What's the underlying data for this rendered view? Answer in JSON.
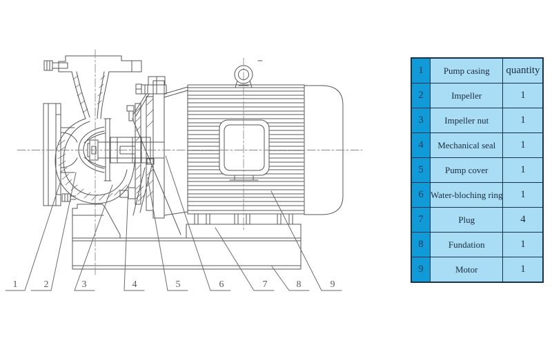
{
  "diagram": {
    "title": "Centrifugal pump cross-section drawing",
    "callouts": [
      {
        "num": "1"
      },
      {
        "num": "2"
      },
      {
        "num": "3"
      },
      {
        "num": "4"
      },
      {
        "num": "5"
      },
      {
        "num": "6"
      },
      {
        "num": "7"
      },
      {
        "num": "8"
      },
      {
        "num": "9"
      }
    ],
    "stroke_color": "#545454",
    "centerline_color": "#8a8a8a"
  },
  "table": {
    "rows": [
      {
        "num": "1",
        "name": "Pump casing",
        "qty": "quantity"
      },
      {
        "num": "2",
        "name": "Impeller",
        "qty": "1"
      },
      {
        "num": "3",
        "name": "Impeller nut",
        "qty": "1"
      },
      {
        "num": "4",
        "name": "Mechanical seal",
        "qty": "1"
      },
      {
        "num": "5",
        "name": "Pump cover",
        "qty": "1"
      },
      {
        "num": "6",
        "name": "Water-bloching ring",
        "qty": "1"
      },
      {
        "num": "7",
        "name": "Plug",
        "qty": "4"
      },
      {
        "num": "8",
        "name": "Fundation",
        "qty": "1"
      },
      {
        "num": "9",
        "name": "Motor",
        "qty": "1"
      }
    ],
    "colors": {
      "number_column_bg": "#109bd8",
      "cell_bg": "#a9dcf5",
      "border": "#16314a",
      "text": "#1c2b3a"
    }
  }
}
